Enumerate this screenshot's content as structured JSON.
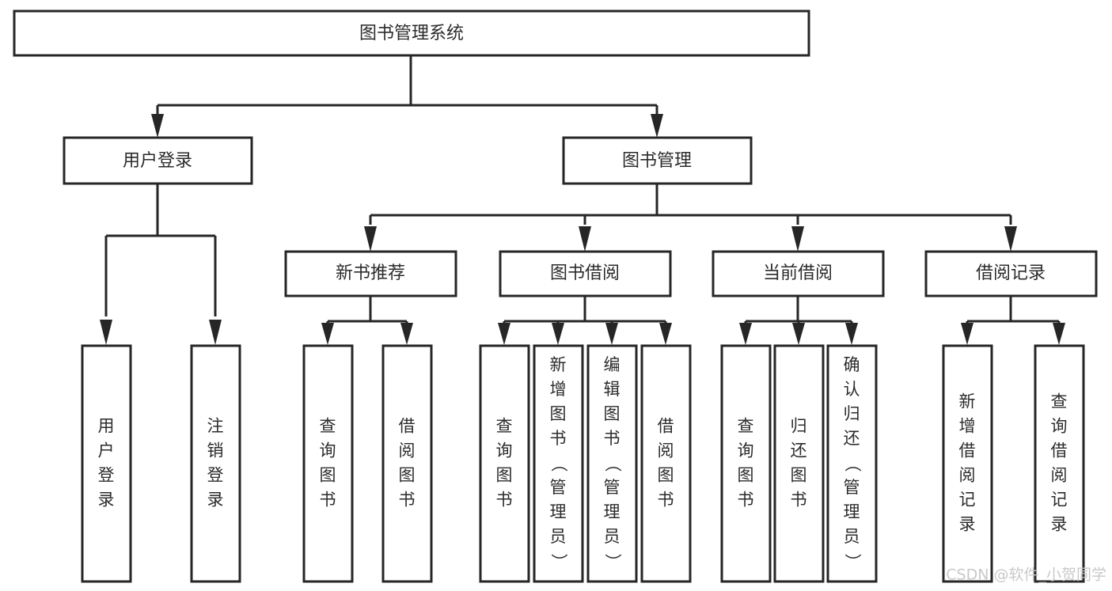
{
  "diagram": {
    "type": "tree-hierarchy-chart",
    "title": "图书管理系统",
    "background_color": "#ffffff",
    "box_stroke_color": "#262626",
    "text_color": "#2b2b2b",
    "connector_color": "#262626",
    "levels": {
      "level1": {
        "label": "图书管理系统"
      },
      "level2": [
        {
          "id": "user-login",
          "label": "用户登录"
        },
        {
          "id": "book-management",
          "label": "图书管理"
        }
      ],
      "level3": [
        {
          "id": "new-book-recommend",
          "label": "新书推荐"
        },
        {
          "id": "book-borrow",
          "label": "图书借阅"
        },
        {
          "id": "current-borrow",
          "label": "当前借阅"
        },
        {
          "id": "borrow-record",
          "label": "借阅记录"
        }
      ],
      "leaves": {
        "user_login": [
          {
            "id": "leaf-user-login",
            "label": "用户登录"
          },
          {
            "id": "leaf-logout-login",
            "label": "注销登录"
          }
        ],
        "new_book_recommend": [
          {
            "id": "leaf-query-book-1",
            "label": "查询图书"
          },
          {
            "id": "leaf-borrow-book-1",
            "label": "借阅图书"
          }
        ],
        "book_borrow": [
          {
            "id": "leaf-query-book-2",
            "label": "查询图书"
          },
          {
            "id": "leaf-add-book",
            "label": "新增图书（管理员）"
          },
          {
            "id": "leaf-edit-book",
            "label": "编辑图书（管理员）"
          },
          {
            "id": "leaf-borrow-book-2",
            "label": "借阅图书"
          }
        ],
        "current_borrow": [
          {
            "id": "leaf-query-book-3",
            "label": "查询图书"
          },
          {
            "id": "leaf-return-book",
            "label": "归还图书"
          },
          {
            "id": "leaf-confirm-return",
            "label": "确认归还（管理员）"
          }
        ],
        "borrow_record": [
          {
            "id": "leaf-add-record",
            "label": "新增借阅记录"
          },
          {
            "id": "leaf-query-record",
            "label": "查询借阅记录"
          }
        ]
      }
    },
    "watermark": "CSDN @软件_小贺同学"
  }
}
